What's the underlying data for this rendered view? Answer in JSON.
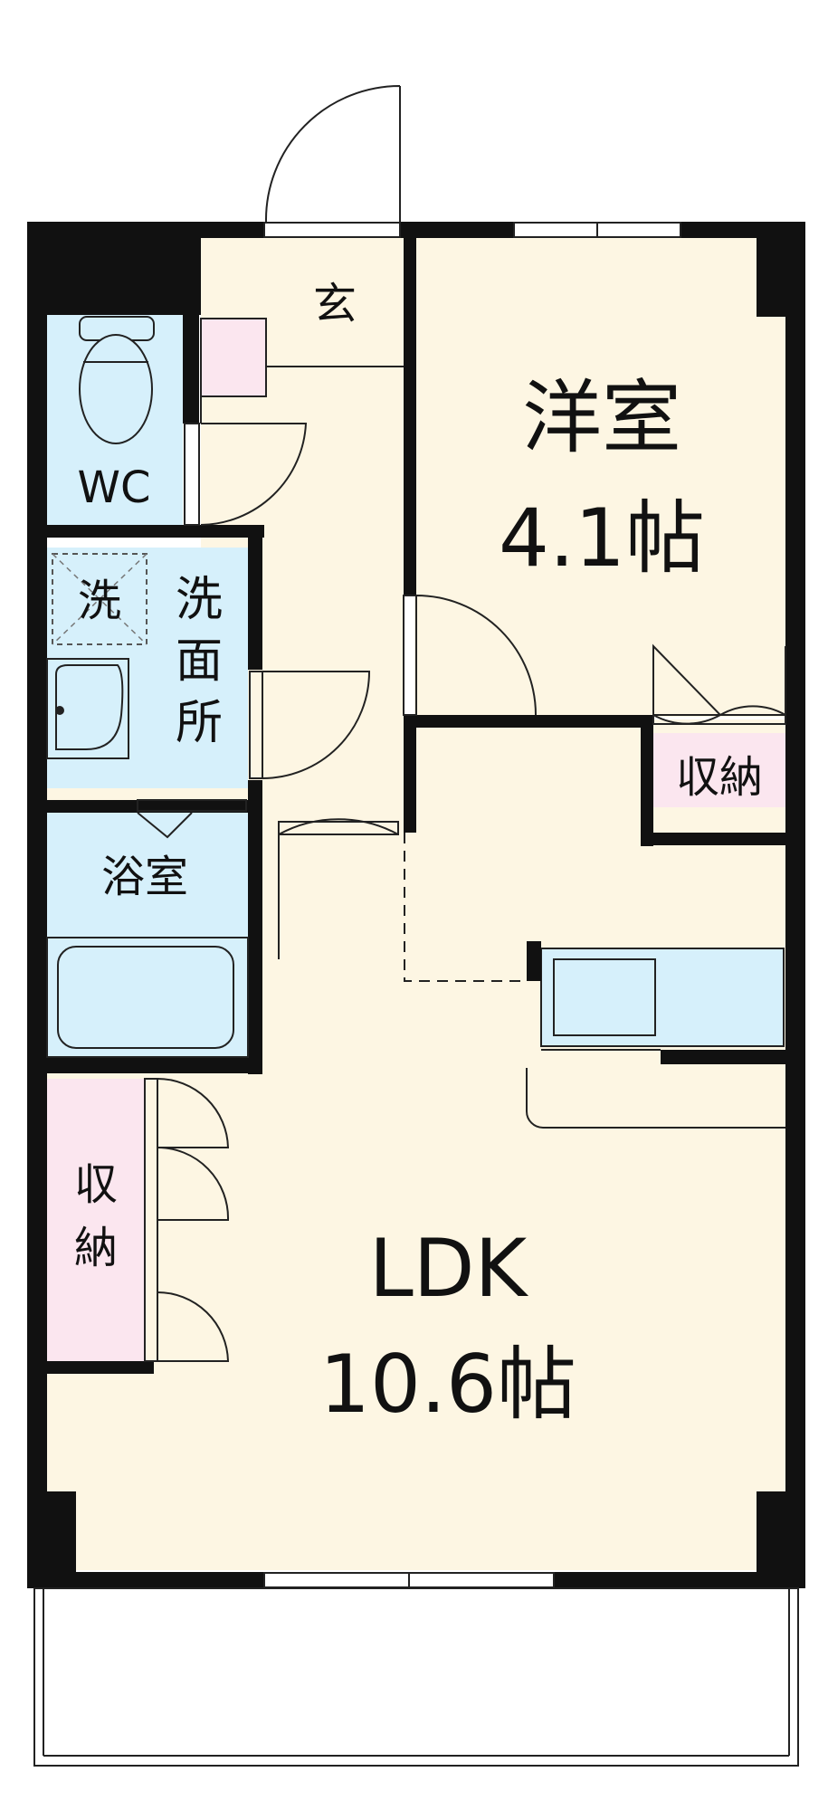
{
  "colors": {
    "room": "#fdf6e3",
    "wet": "#d6f0fb",
    "storage": "#fbe6ef",
    "wall": "#111111"
  },
  "rooms": {
    "entrance": "玄",
    "western": {
      "name": "洋室",
      "size": "4.1帖"
    },
    "wc": "WC",
    "washer": "洗",
    "washroom": [
      "洗",
      "面",
      "所"
    ],
    "bath": "浴室",
    "storage_right": "収納",
    "storage_left": [
      "収",
      "納"
    ],
    "ldk": {
      "name": "LDK",
      "size": "10.6帖"
    }
  }
}
